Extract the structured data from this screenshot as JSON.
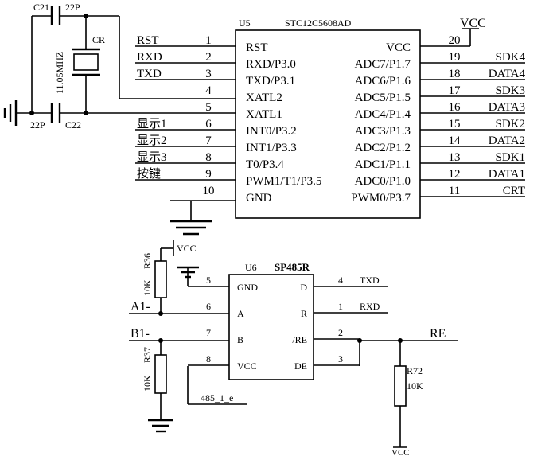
{
  "u5": {
    "ref": "U5",
    "part": "STC12C5608AD",
    "left_pins": [
      {
        "num": "1",
        "name": "RST",
        "net": "RST"
      },
      {
        "num": "2",
        "name": "RXD/P3.0",
        "net": "RXD"
      },
      {
        "num": "3",
        "name": "TXD/P3.1",
        "net": "TXD"
      },
      {
        "num": "4",
        "name": "XATL2",
        "net": ""
      },
      {
        "num": "5",
        "name": "XATL1",
        "net": ""
      },
      {
        "num": "6",
        "name": "INT0/P3.2",
        "net": "显示1"
      },
      {
        "num": "7",
        "name": "INT1/P3.3",
        "net": "显示2"
      },
      {
        "num": "8",
        "name": "T0/P3.4",
        "net": "显示3"
      },
      {
        "num": "9",
        "name": "PWM1/T1/P3.5",
        "net": "按键"
      },
      {
        "num": "10",
        "name": "GND",
        "net": ""
      }
    ],
    "right_pins": [
      {
        "num": "20",
        "name": "VCC",
        "net": "VCC"
      },
      {
        "num": "19",
        "name": "ADC7/P1.7",
        "net": "SDK4"
      },
      {
        "num": "18",
        "name": "ADC6/P1.6",
        "net": "DATA4"
      },
      {
        "num": "17",
        "name": "ADC5/P1.5",
        "net": "SDK3"
      },
      {
        "num": "16",
        "name": "ADC4/P1.4",
        "net": "DATA3"
      },
      {
        "num": "15",
        "name": "ADC3/P1.3",
        "net": "SDK2"
      },
      {
        "num": "14",
        "name": "ADC2/P1.2",
        "net": "DATA2"
      },
      {
        "num": "13",
        "name": "ADC1/P1.1",
        "net": "SDK1"
      },
      {
        "num": "12",
        "name": "ADC0/P1.0",
        "net": "DATA1"
      },
      {
        "num": "11",
        "name": "PWM0/P3.7",
        "net": "CRT"
      }
    ]
  },
  "crystal": {
    "c21": "C21",
    "c21_value": "22P",
    "c22": "C22",
    "c22_value": "22P",
    "ref": "CR",
    "freq": "11.05MHZ"
  },
  "u6": {
    "ref": "U6",
    "part": "SP485R",
    "left_pins": [
      {
        "num": "5",
        "name": "GND"
      },
      {
        "num": "6",
        "name": "A"
      },
      {
        "num": "7",
        "name": "B"
      },
      {
        "num": "8",
        "name": "VCC"
      }
    ],
    "right_pins": [
      {
        "num": "4",
        "name": "D",
        "net": "TXD"
      },
      {
        "num": "1",
        "name": "R",
        "net": "RXD"
      },
      {
        "num": "2",
        "name": "/RE",
        "net": "RE"
      },
      {
        "num": "3",
        "name": "DE",
        "net": ""
      }
    ],
    "net_a": "A1-",
    "net_b": "B1-",
    "net_485": "485_1_e"
  },
  "resistors": {
    "r36": "R36",
    "r36_value": "10K",
    "r37": "R37",
    "r37_value": "10K",
    "r72": "R72",
    "r72_value": "10K"
  },
  "power": {
    "vcc_top": "VCC",
    "vcc_r36": "VCC",
    "vcc_r72": "VCC"
  }
}
